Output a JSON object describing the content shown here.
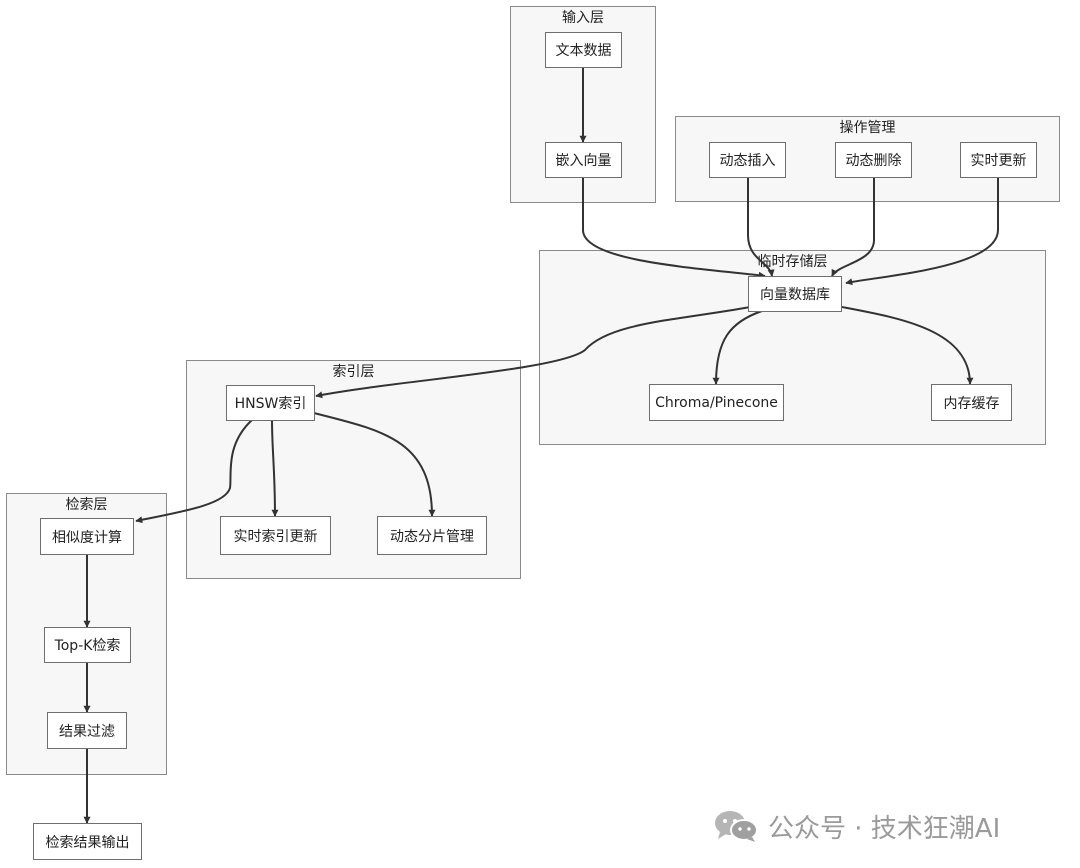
{
  "groups": {
    "input": "输入层",
    "ops": "操作管理",
    "storage": "临时存储层",
    "index": "索引层",
    "search": "检索层"
  },
  "nodes": {
    "text_data": "文本数据",
    "embed_vector": "嵌入向量",
    "dynamic_insert": "动态插入",
    "dynamic_delete": "动态删除",
    "realtime_update": "实时更新",
    "vector_db": "向量数据库",
    "chroma": "Chroma/Pinecone",
    "memory_cache": "内存缓存",
    "hnsw_index": "HNSW索引",
    "realtime_index_update": "实时索引更新",
    "dynamic_shard": "动态分片管理",
    "similarity": "相似度计算",
    "topk": "Top-K检索",
    "result_filter": "结果过滤",
    "output": "检索结果输出"
  },
  "watermark": {
    "icon": "wechat-icon",
    "text": "公众号 · 技术狂潮AI"
  }
}
